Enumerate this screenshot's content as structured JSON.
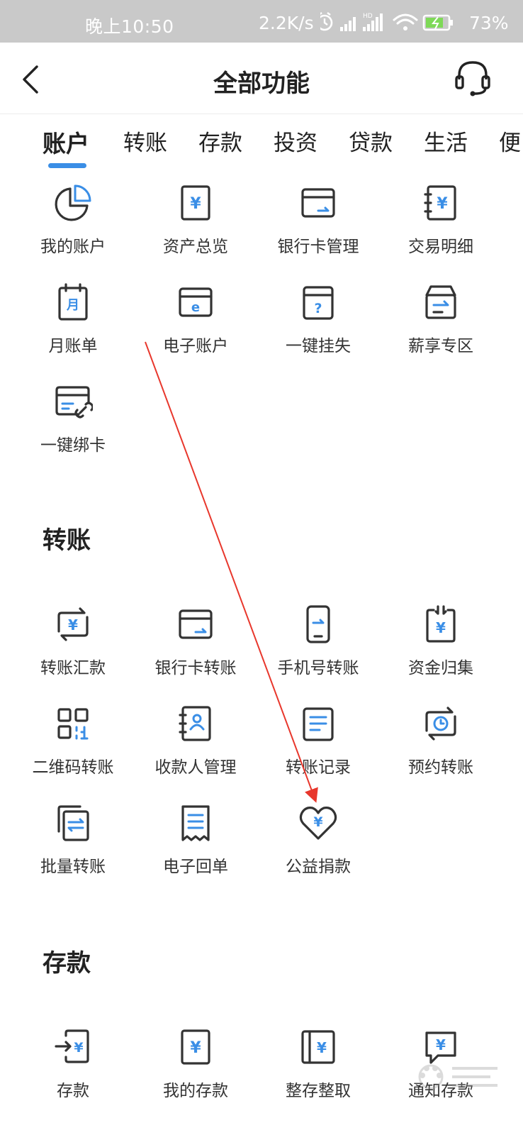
{
  "status_bar": {
    "time": "晚上10:50",
    "net_speed": "2.2K/s",
    "battery": "73%"
  },
  "header": {
    "title": "全部功能"
  },
  "tabs": [
    {
      "label": "账户",
      "active": true
    },
    {
      "label": "转账",
      "active": false
    },
    {
      "label": "存款",
      "active": false
    },
    {
      "label": "投资",
      "active": false
    },
    {
      "label": "贷款",
      "active": false
    },
    {
      "label": "生活",
      "active": false
    },
    {
      "label": "便",
      "active": false
    }
  ],
  "sections": {
    "account": {
      "items": [
        {
          "label": "我的账户",
          "icon": "pie-chart-icon"
        },
        {
          "label": "资产总览",
          "icon": "yuan-document-icon"
        },
        {
          "label": "银行卡管理",
          "icon": "bank-card-icon"
        },
        {
          "label": "交易明细",
          "icon": "yuan-notebook-icon"
        },
        {
          "label": "月账单",
          "icon": "monthly-calendar-icon"
        },
        {
          "label": "电子账户",
          "icon": "e-account-card-icon"
        },
        {
          "label": "一键挂失",
          "icon": "question-card-icon"
        },
        {
          "label": "薪享专区",
          "icon": "salary-box-icon"
        },
        {
          "label": "一键绑卡",
          "icon": "card-link-icon"
        }
      ]
    },
    "transfer": {
      "title": "转账",
      "items": [
        {
          "label": "转账汇款",
          "icon": "transfer-cycle-icon"
        },
        {
          "label": "银行卡转账",
          "icon": "bank-card-icon"
        },
        {
          "label": "手机号转账",
          "icon": "mobile-phone-icon"
        },
        {
          "label": "资金归集",
          "icon": "fund-collect-icon"
        },
        {
          "label": "二维码转账",
          "icon": "qr-code-icon"
        },
        {
          "label": "收款人管理",
          "icon": "contact-book-icon"
        },
        {
          "label": "转账记录",
          "icon": "record-list-icon"
        },
        {
          "label": "预约转账",
          "icon": "scheduled-clock-icon"
        },
        {
          "label": "批量转账",
          "icon": "batch-transfer-icon"
        },
        {
          "label": "电子回单",
          "icon": "receipt-icon"
        },
        {
          "label": "公益捐款",
          "icon": "heart-yuan-icon"
        }
      ]
    },
    "deposit": {
      "title": "存款",
      "items": [
        {
          "label": "存款",
          "icon": "deposit-arrow-icon"
        },
        {
          "label": "我的存款",
          "icon": "yuan-document-icon"
        },
        {
          "label": "整存整取",
          "icon": "fixed-deposit-book-icon"
        },
        {
          "label": "通知存款",
          "icon": "notice-chat-icon"
        }
      ]
    }
  },
  "colors": {
    "accent": "#3a8ee6",
    "annotation_arrow": "#e8372c",
    "status_bar": "#c9c9c9"
  }
}
